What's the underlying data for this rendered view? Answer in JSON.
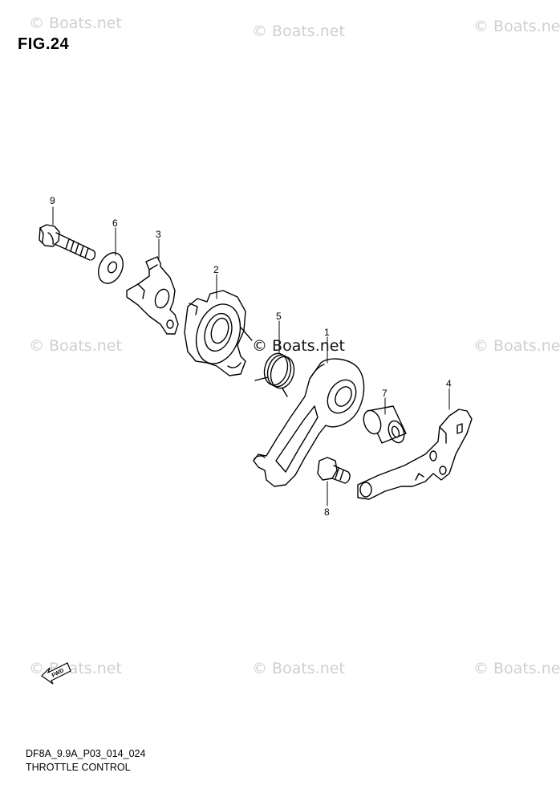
{
  "figure_title": "FIG.24",
  "watermark_text": "© Boats.net",
  "callouts": {
    "p1": "1",
    "p2": "2",
    "p3": "3",
    "p4": "4",
    "p5": "5",
    "p6": "6",
    "p7": "7",
    "p8": "8",
    "p9": "9"
  },
  "fwd_label": "FWD",
  "footer": {
    "code": "DF8A_9.9A_P03_014_024",
    "section": "THROTTLE CONTROL"
  }
}
